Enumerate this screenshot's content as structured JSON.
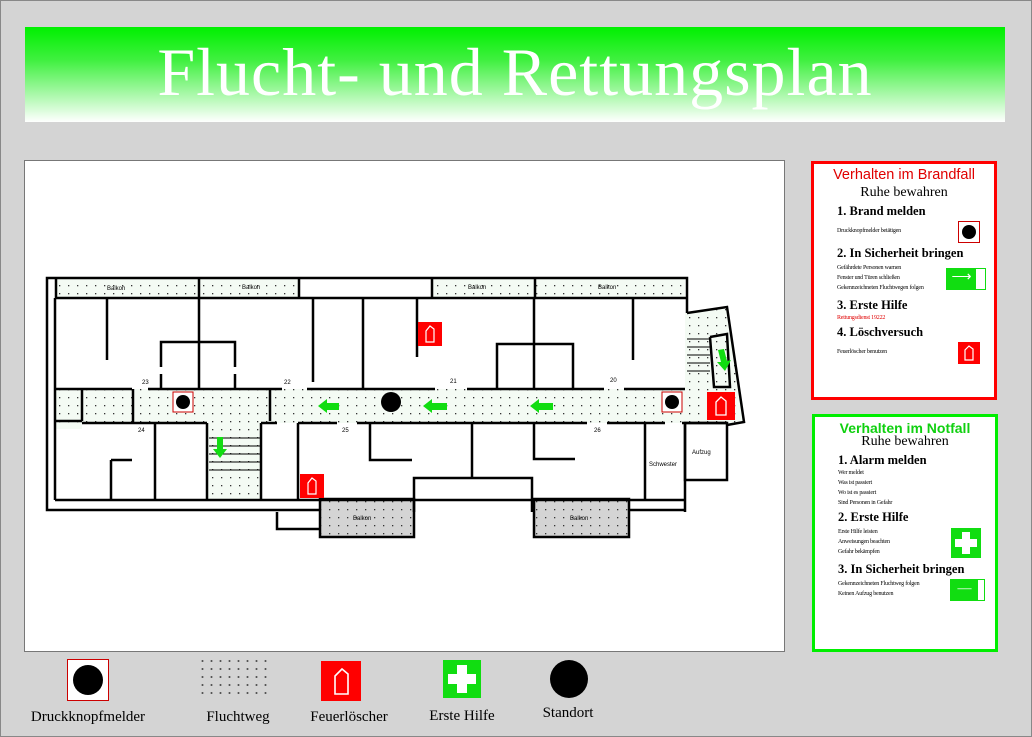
{
  "title": "Flucht- und Rettungsplan",
  "plan": {
    "balconies": [
      "Balkon",
      "Balkon",
      "Balkon",
      "Balkon",
      "Balkon",
      "Balkon"
    ],
    "rooms": [
      "23",
      "22",
      "21",
      "20",
      "24",
      "25",
      "26"
    ],
    "schwester": "Schwester",
    "aufzug": "Aufzug"
  },
  "fire_box": {
    "title": "Verhalten im Brandfall",
    "calm": "Ruhe bewahren",
    "steps": [
      {
        "title": "1.  Brand melden",
        "lines": [
          "Druckknopfmelder betätigen"
        ]
      },
      {
        "title": "2.  In Sicherheit bringen",
        "lines": [
          "Gefährdete Personen warnen",
          "Fenster und Türen schließen",
          "Gekennzeichneten Fluchtwegen folgen"
        ]
      },
      {
        "title": "3.  Erste Hilfe",
        "lines": [
          "Rettungsdienst 19222"
        ]
      },
      {
        "title": "4.  Löschversuch",
        "lines": [
          "Feuerlöscher benutzen"
        ]
      }
    ]
  },
  "emergency_box": {
    "title": "Verhalten im Notfall",
    "calm": "Ruhe bewahren",
    "steps": [
      {
        "title": "1.  Alarm melden",
        "lines": [
          "Wer meldet",
          "Was ist passiert",
          "Wo ist es passiert",
          "Sind Personen in Gefahr"
        ]
      },
      {
        "title": "2.  Erste Hilfe",
        "lines": [
          "Erste Hilfe leisten",
          "Anweisungen beachten",
          "Gefahr bekämpfen"
        ]
      },
      {
        "title": "3.  In Sicherheit bringen",
        "lines": [
          "Gekennzeichneten Fluchtweg folgen",
          "Keinen Aufzug benutzen"
        ]
      }
    ]
  },
  "legend": [
    "Druckknopfmelder",
    "Fluchtweg",
    "Feuerlöscher",
    "Erste Hilfe",
    "Standort"
  ],
  "colors": {
    "red": "#ff0000",
    "green": "#11dd11"
  }
}
